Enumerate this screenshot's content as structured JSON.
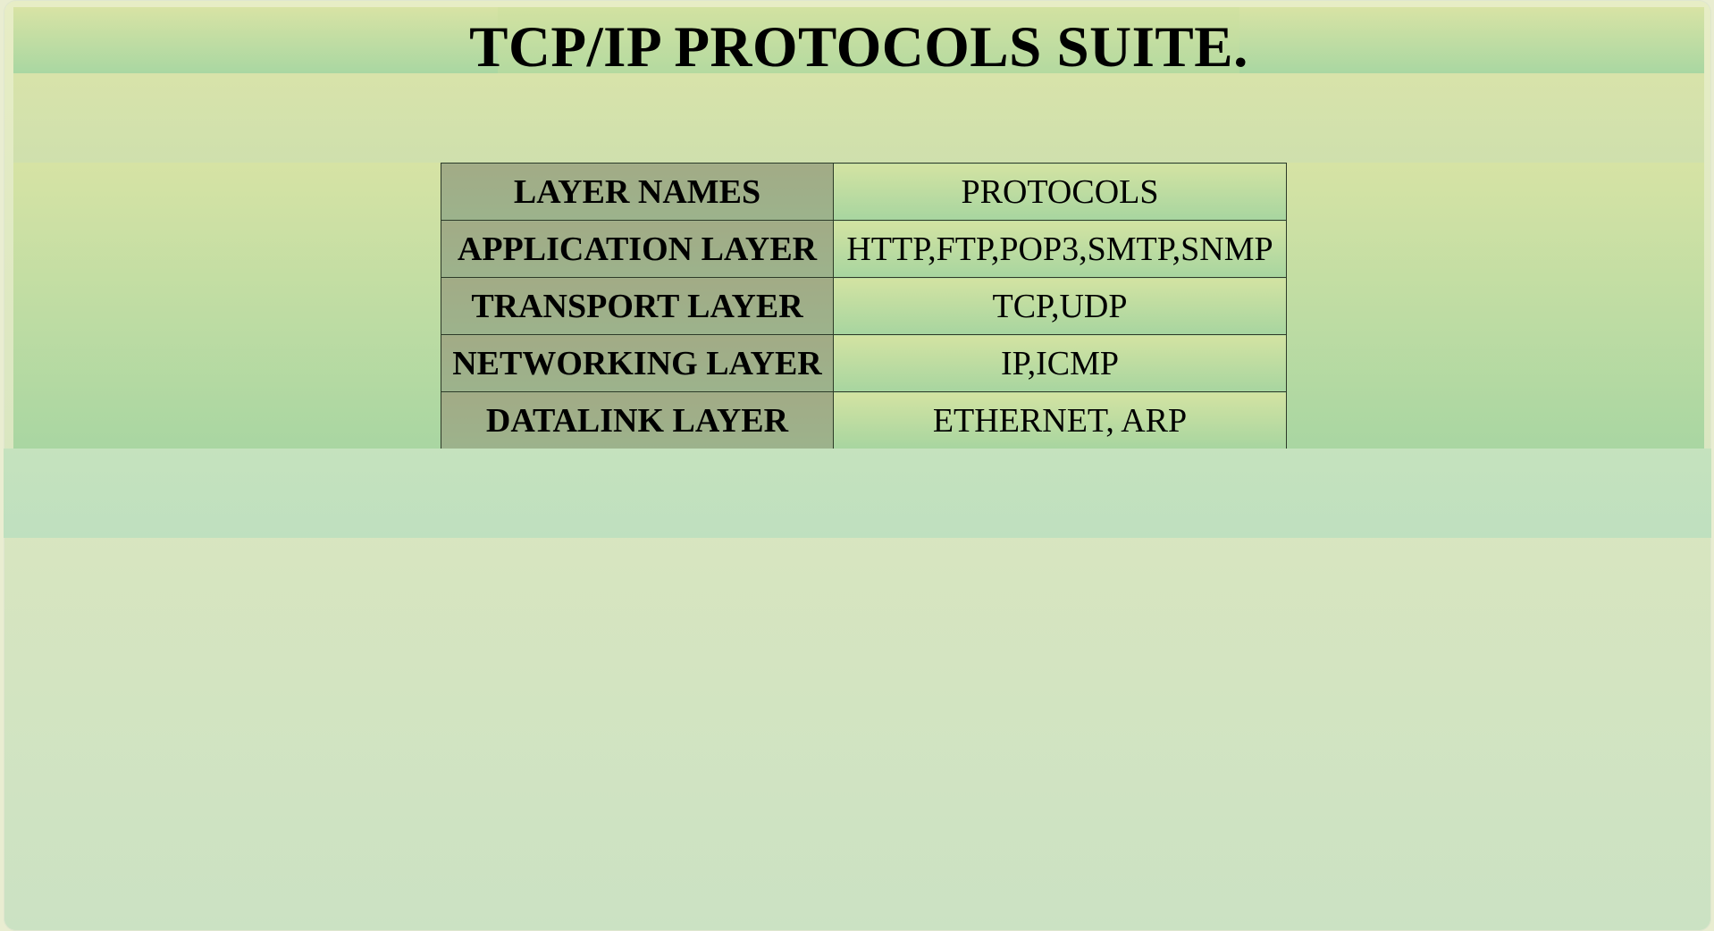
{
  "page": {
    "title": "TCP/IP PROTOCOLS SUITE."
  },
  "table": {
    "headers": {
      "layer": "LAYER NAMES",
      "protocols": "PROTOCOLS"
    },
    "rows": [
      {
        "layer": "APPLICATION LAYER",
        "protocols": "HTTP,FTP,POP3,SMTP,SNMP"
      },
      {
        "layer": "TRANSPORT LAYER",
        "protocols": "TCP,UDP"
      },
      {
        "layer": "NETWORKING LAYER",
        "protocols": "IP,ICMP"
      },
      {
        "layer": "DATALINK LAYER",
        "protocols": "ETHERNET, ARP"
      }
    ]
  },
  "colors": {
    "title_band_top": "#d8e3a4",
    "title_band_bottom": "#a9d7a2",
    "layer_cell": "#9fae89",
    "protocol_cell": "#bfdca1",
    "lower_band": "#c3e1bf",
    "page_background": "#e7edc5"
  }
}
